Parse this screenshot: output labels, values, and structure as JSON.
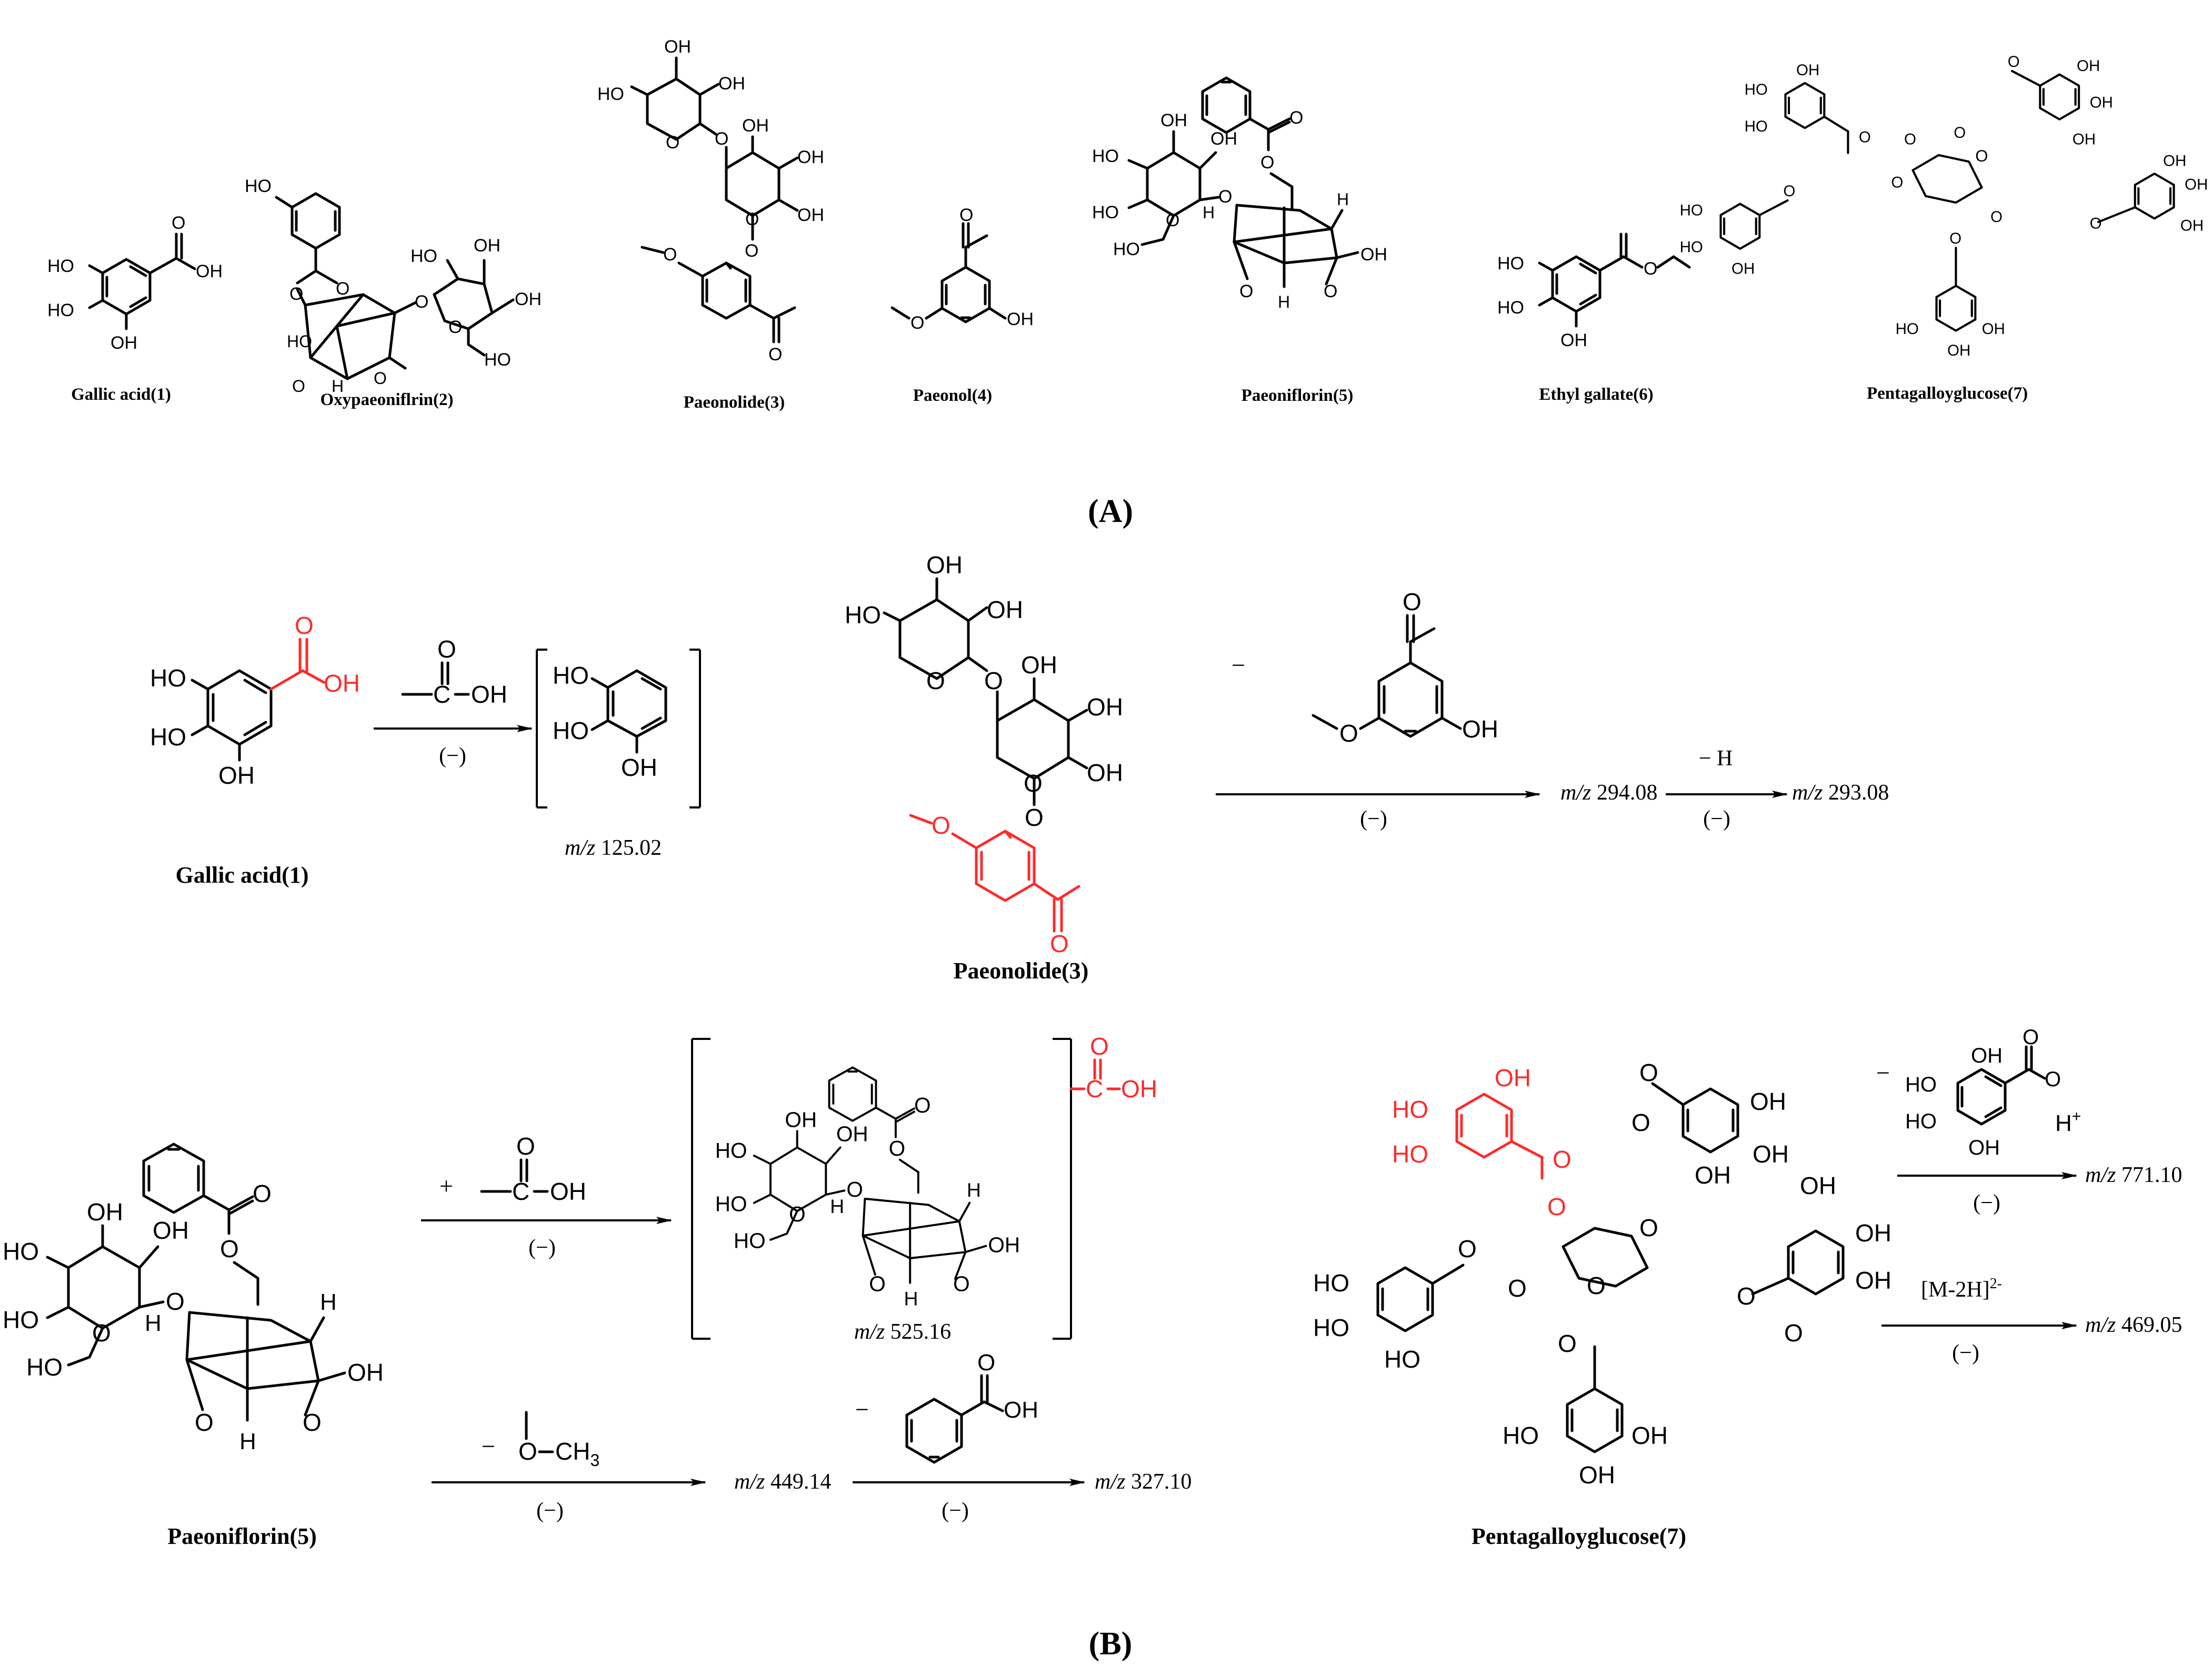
{
  "panel_a": {
    "panel_label_letter": "A",
    "compounds": [
      {
        "name": "Gallic acid(1)"
      },
      {
        "name": "Oxypaeoniflrin(2)"
      },
      {
        "name": "Paeonolide(3)"
      },
      {
        "name": "Paeonol(4)"
      },
      {
        "name": "Paeoniflorin(5)"
      },
      {
        "name": "Ethyl gallate(6)"
      },
      {
        "name": "Pentagalloyglucose(7)"
      }
    ]
  },
  "panel_b": {
    "panel_label_letter": "B",
    "pathways": {
      "gallic": {
        "compound": "Gallic acid(1)",
        "reagent_group": "C—OH",
        "mode": "(−)",
        "product_mz": "125.02"
      },
      "paeonolide": {
        "compound": "Paeonolide(3)",
        "step1_sign": "−",
        "step1_mode": "(−)",
        "step1_product_mz": "294.08",
        "step2_label": "− H",
        "step2_mode": "(−)",
        "step2_product_mz": "293.08"
      },
      "paeoniflorin": {
        "compound": "Paeoniflorin(5)",
        "adduct_sign": "+",
        "adduct_group": "C—OH",
        "adduct_mode": "(−)",
        "adduct_bracket_group": "C—OH",
        "adduct_mz": "525.16",
        "loss1_sign": "−",
        "loss1_group": "O—CH3",
        "loss1_mode": "(−)",
        "loss1_product_mz": "449.14",
        "loss2_sign": "−",
        "loss2_mode": "(−)",
        "loss2_product_mz": "327.10"
      },
      "pentagalloyl": {
        "compound": "Pentagalloyglucose(7)",
        "loss_sign": "−",
        "loss_extra": "H+",
        "loss_mode": "(−)",
        "loss_product_mz": "771.10",
        "ion_label": "[M-2H]2-",
        "ion_mode": "(−)",
        "ion_product_mz": "469.05"
      }
    }
  },
  "mz_prefix": "m/z"
}
